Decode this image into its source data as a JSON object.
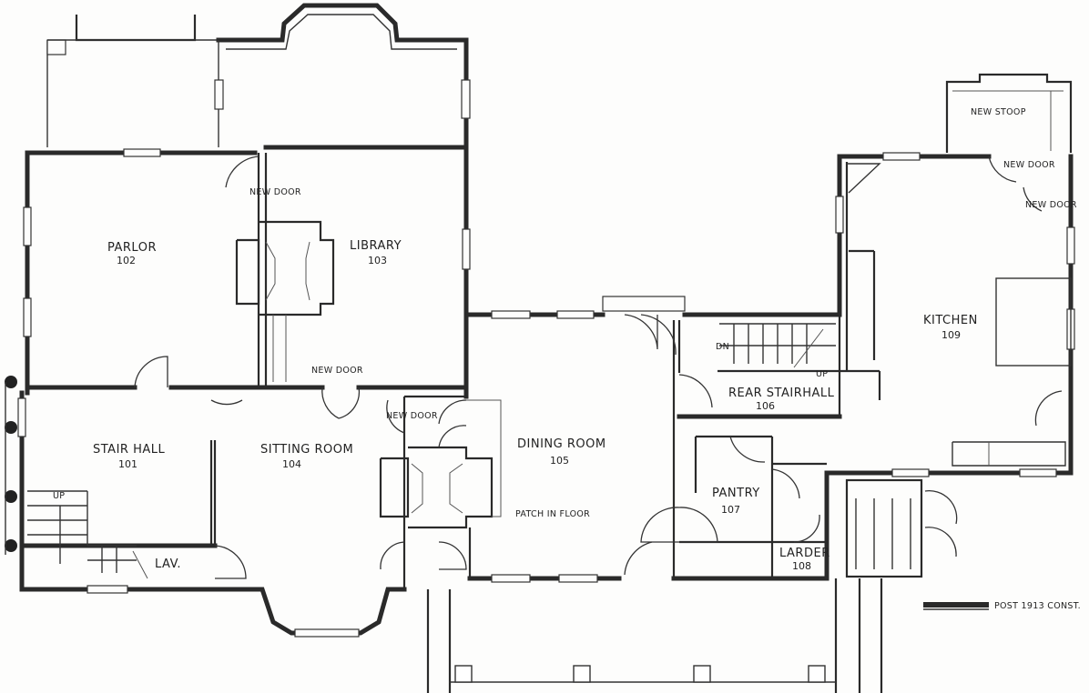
{
  "rooms": {
    "parlor": {
      "name": "PARLOR",
      "number": "102"
    },
    "library": {
      "name": "LIBRARY",
      "number": "103"
    },
    "stair_hall": {
      "name": "STAIR HALL",
      "number": "101"
    },
    "sitting_room": {
      "name": "SITTING ROOM",
      "number": "104"
    },
    "dining_room": {
      "name": "DINING ROOM",
      "number": "105"
    },
    "rear_stairhall": {
      "name": "REAR STAIRHALL",
      "number": "106"
    },
    "pantry": {
      "name": "PANTRY",
      "number": "107"
    },
    "larder": {
      "name": "LARDER",
      "number": "108"
    },
    "kitchen": {
      "name": "KITCHEN",
      "number": "109"
    }
  },
  "annotations": {
    "new_door_parlor": "NEW DOOR",
    "new_door_library": "NEW DOOR",
    "new_door_dining": "NEW DOOR",
    "new_door_kitchen_1": "NEW DOOR",
    "new_door_kitchen_2": "NEW DOOR",
    "new_stoop": "NEW STOOP",
    "patch_in_floor": "PATCH IN FLOOR",
    "lav": "LAV.",
    "up": "UP",
    "dn": "DN",
    "up_rear": "UP"
  },
  "legend": {
    "label": "POST 1913 CONST."
  }
}
